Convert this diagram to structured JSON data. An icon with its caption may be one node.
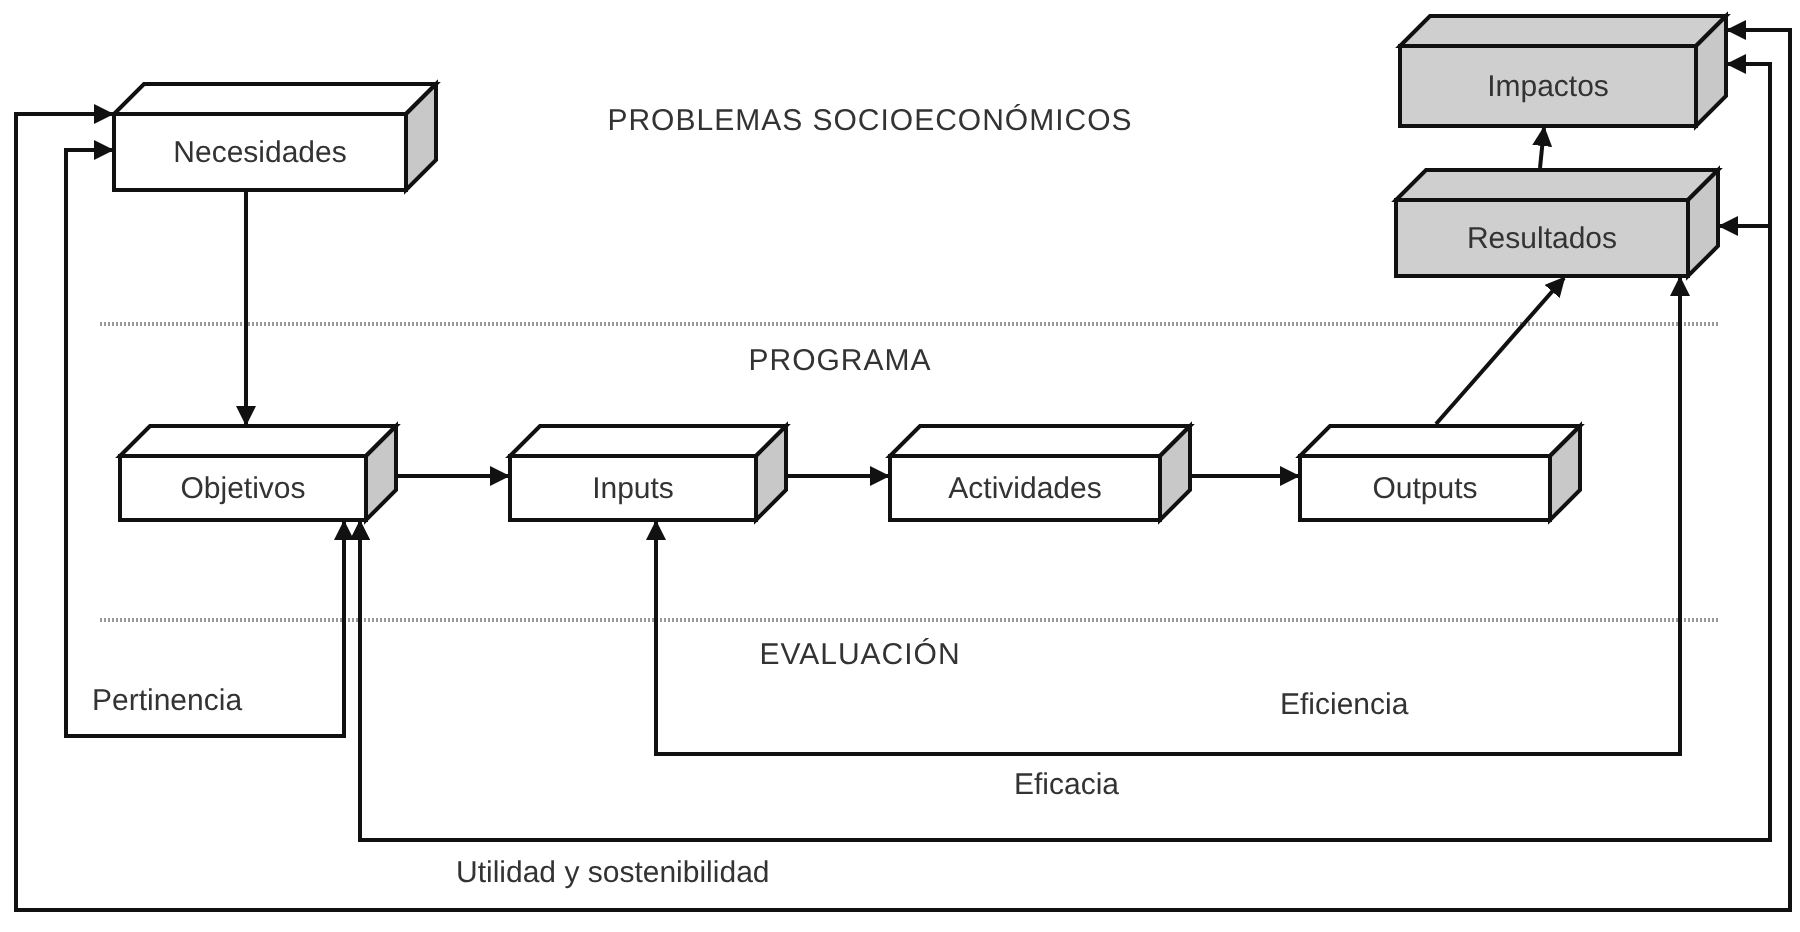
{
  "diagram": {
    "nodes": [
      {
        "text": [
          "Necesidades"
        ]
      },
      {
        "text": [
          "Objetivos"
        ]
      },
      {
        "text": [
          "Inputs"
        ]
      },
      {
        "text": [
          "Actividades"
        ]
      },
      {
        "text": [
          "Outputs"
        ]
      },
      {
        "text": [
          "Resultados"
        ]
      },
      {
        "text": [
          "Impactos"
        ]
      }
    ],
    "edges": [
      {
        "from": 0,
        "to": 1,
        "arrow": "to"
      },
      {
        "from": 1,
        "to": 2,
        "arrow": "to"
      },
      {
        "from": 2,
        "to": 3,
        "arrow": "to"
      },
      {
        "from": 3,
        "to": 4,
        "arrow": "to"
      },
      {
        "from": 4,
        "to": 5,
        "arrow": "to"
      },
      {
        "from": 5,
        "to": 6,
        "arrow": "to"
      },
      {
        "from": 1,
        "to": 0,
        "arrow": "both",
        "label": "Pertinencia"
      },
      {
        "from": 2,
        "to": 5,
        "arrow": "both",
        "label": "Eficiencia"
      },
      {
        "from": 1,
        "to": 5,
        "arrow": "both",
        "label": "Eficacia"
      },
      {
        "from": 1,
        "to": 6,
        "arrow": "both"
      },
      {
        "from": 0,
        "to": 6,
        "arrow": "both",
        "label": "Utilidad y sostenibilidad"
      }
    ],
    "labels": [
      "PROBLEMAS SOCIOECONÓMICOS",
      "PROGRAMA",
      "EVALUACIÓN"
    ]
  }
}
